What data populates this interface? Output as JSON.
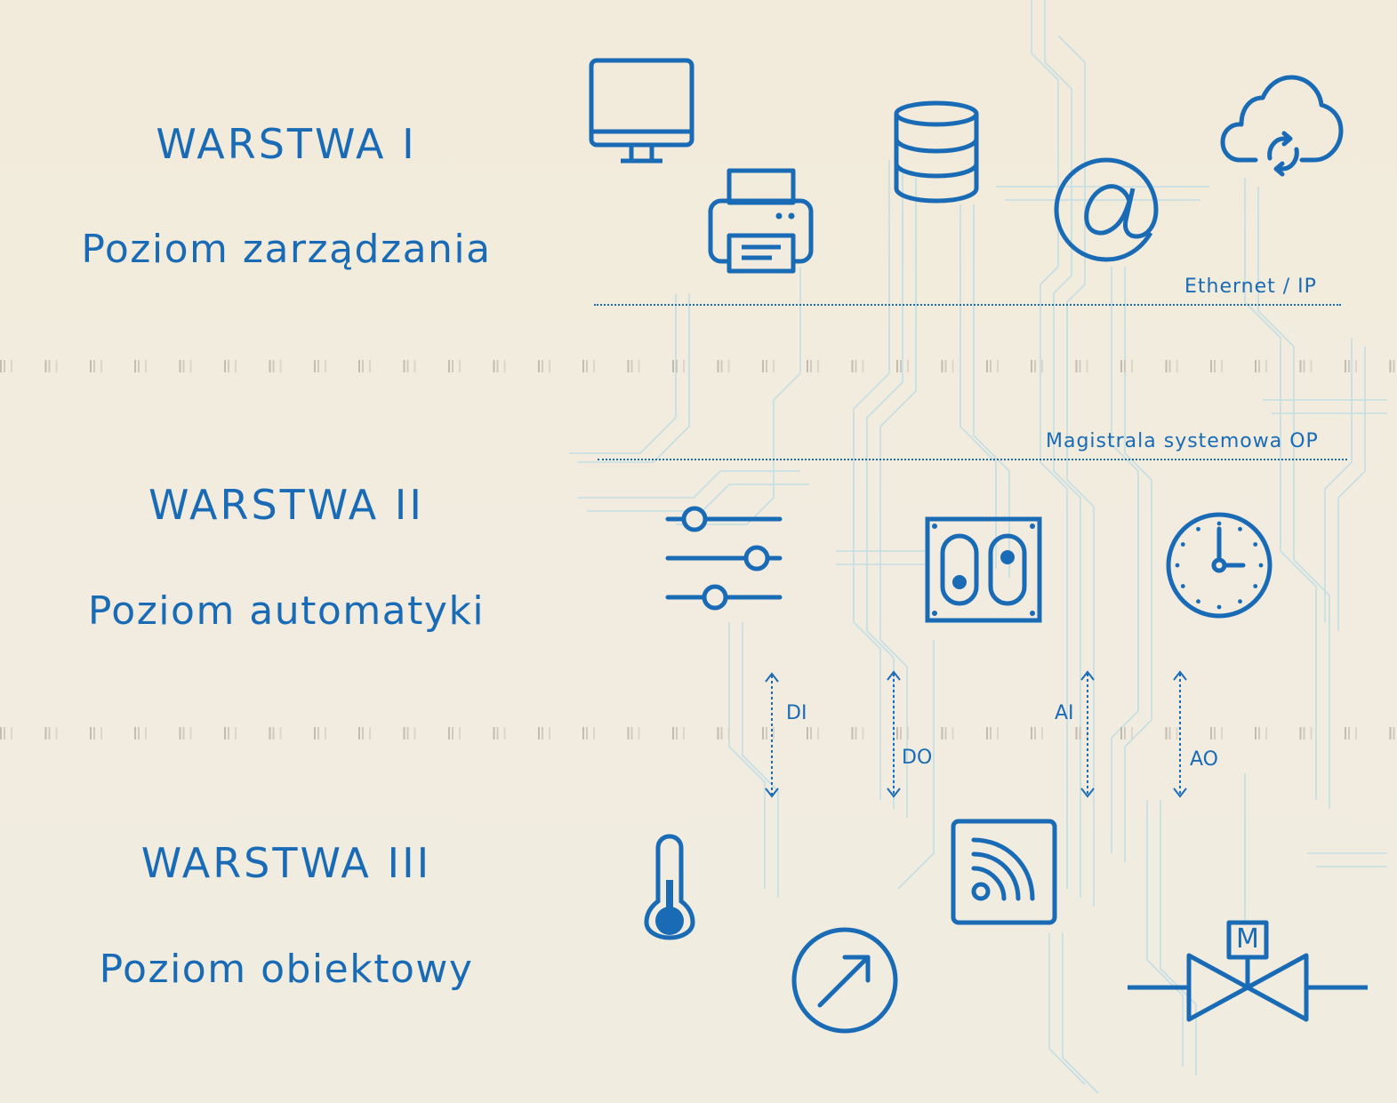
{
  "layers": [
    {
      "title": "WARSTWA I",
      "subtitle": "Poziom zarządzania"
    },
    {
      "title": "WARSTWA II",
      "subtitle": "Poziom automatyki"
    },
    {
      "title": "WARSTWA III",
      "subtitle": "Poziom obiektowy"
    }
  ],
  "buses": {
    "ethernet": "Ethernet / IP",
    "system_bus": "Magistrala systemowa OP"
  },
  "signals": [
    "DI",
    "DO",
    "AI",
    "AO"
  ],
  "valve_motor_label": "M",
  "icons": {
    "management": [
      "monitor-icon",
      "printer-icon",
      "database-icon",
      "at-sign-icon",
      "cloud-sync-icon"
    ],
    "automation": [
      "sliders-icon",
      "switch-panel-icon",
      "clock-icon"
    ],
    "field": [
      "thermometer-icon",
      "signal-sensor-icon",
      "gauge-arrow-icon",
      "motorized-valve-icon"
    ]
  },
  "colors": {
    "accent": "#1a6bb5",
    "background": "#f1ecdf",
    "circuit": "#b9dbe6"
  }
}
